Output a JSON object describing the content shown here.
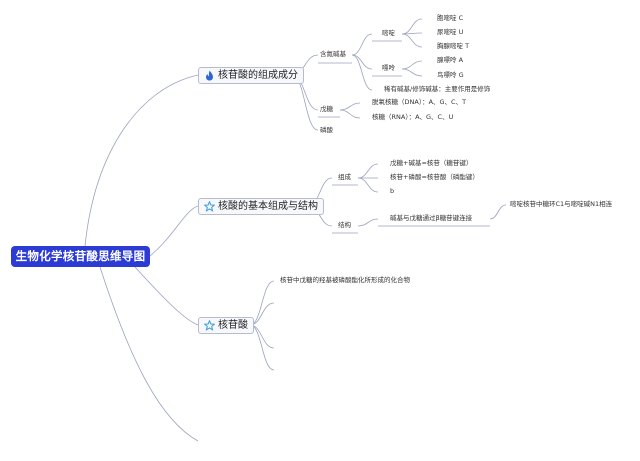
{
  "root": {
    "title": "生物化学核苷酸思维导图"
  },
  "branches": [
    {
      "label": "核苷酸的组成成分",
      "icon": "flame-icon",
      "children": {
        "base": "含氮碱基",
        "pyrimidine": "嘧啶",
        "pyrimidine_items": [
          "胞嘧啶 C",
          "尿嘧啶 U",
          "胸腺嘧啶 T"
        ],
        "purine": "嘌呤",
        "purine_items": [
          "腺嘌呤 A",
          "鸟嘌呤 G"
        ],
        "rare_base": "稀有碱基/修饰碱基：主要作用是修饰",
        "pentose": "戊糖",
        "dna": "脱氧核糖（DNA）：A、G、C、T",
        "rna": "核糖（RNA）：A、G、C、U",
        "phosphate": "磷酸"
      }
    },
    {
      "label": "核酸的基本组成与结构",
      "icon": "star-icon",
      "children": {
        "composition": "组成",
        "composition_items": [
          "戊糖+碱基=核苷（糖苷键）",
          "核苷+磷酸=核苷酸（磷酯键）",
          "b"
        ],
        "structure": "结构",
        "structure_item": "碱基与戊糖通过β糖苷键连接",
        "structure_detail": "嘧啶核苷中糖环C1与嘧啶碱N1相连"
      }
    },
    {
      "label": "核苷酸",
      "icon": "star-icon",
      "children": {
        "definition": "核苷中戊糖的羟基被磷酸酯化所形成的化合物"
      }
    }
  ],
  "colors": {
    "root_bg": "#2b3bd3",
    "connector": "#9aa3bd",
    "flame": "#2f66d9",
    "star": "#3a9bd8"
  }
}
